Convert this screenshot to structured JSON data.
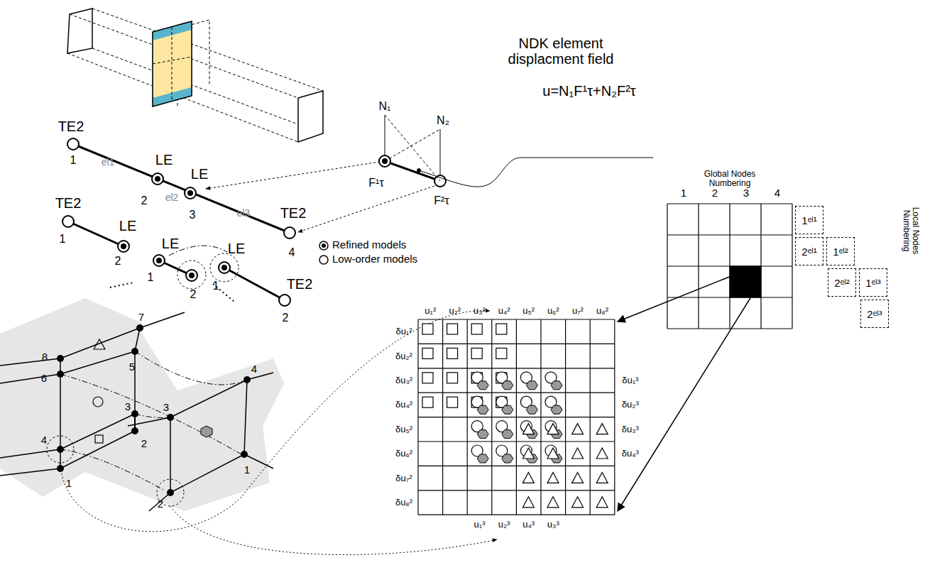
{
  "diagram": {
    "nodes": [
      {
        "text": [
          "1ᵉˡ¹"
        ]
      },
      {
        "text": [
          "2ᵉˡ¹"
        ]
      },
      {
        "text": [
          "1ᵉˡ²"
        ]
      },
      {
        "text": [
          "2ᵉˡ²"
        ]
      },
      {
        "text": [
          "1ᵉˡ³"
        ]
      },
      {
        "text": [
          "2ᵉˡ³"
        ]
      }
    ],
    "labels": [
      "TE2",
      "1",
      "el1",
      "LE",
      "2",
      "el2",
      "LE",
      "3",
      "el3",
      "TE2",
      "4",
      "TE2",
      "1",
      "LE",
      "2",
      "LE",
      "1",
      "LE",
      "2",
      "1",
      "TE2",
      "2",
      "N₁",
      "N₂",
      "F¹τ",
      "F²τ",
      "NDK element displacment field",
      "u=N₁F¹τ+N₂F²τ",
      "Global Nodes Numbering",
      "1",
      "2",
      "3",
      "4",
      "Local Nodes Numbering",
      "1",
      "2",
      "3",
      "4",
      "5",
      "6",
      "7",
      "8",
      "1",
      "2",
      "3",
      "4",
      "u₁²",
      "u₂²",
      "u₃²",
      "u₄²",
      "u₅²",
      "u₆²",
      "u₇²",
      "u₈²",
      "δu₁²",
      "δu₂²",
      "δu₃²",
      "δu₄²",
      "δu₅²",
      "δu₆²",
      "δu₇²",
      "δu₈²",
      "δu₁³",
      "δu₂³",
      "δu₃³",
      "δu₄³",
      "u₁³",
      "u₂³",
      "u₄³",
      "u₃³"
    ],
    "legend": [
      {
        "text": "Refined models"
      },
      {
        "text": "Low-order models"
      }
    ]
  }
}
